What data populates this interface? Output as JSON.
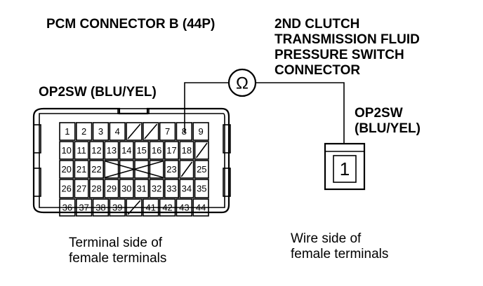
{
  "pcm_connector": {
    "title": "PCM CONNECTOR B (44P)",
    "wire_label": "OP2SW (BLU/YEL)",
    "caption_line1": "Terminal side of",
    "caption_line2": "female terminals",
    "rows": [
      [
        "1",
        "2",
        "3",
        "4",
        "",
        "",
        "7",
        "8",
        "9"
      ],
      [
        "10",
        "11",
        "12",
        "13",
        "14",
        "15",
        "16",
        "17",
        "18",
        ""
      ],
      [
        "20",
        "21",
        "22",
        "",
        "",
        "",
        "",
        "23",
        "",
        "25"
      ],
      [
        "26",
        "27",
        "28",
        "29",
        "30",
        "31",
        "32",
        "33",
        "34",
        "35"
      ],
      [
        "36",
        "37",
        "38",
        "39",
        "",
        "41",
        "42",
        "43",
        "44"
      ]
    ]
  },
  "switch_connector": {
    "title_line1": "2ND CLUTCH",
    "title_line2": "TRANSMISSION FLUID",
    "title_line3": "PRESSURE SWITCH",
    "title_line4": "CONNECTOR",
    "wire_label_line1": "OP2SW",
    "wire_label_line2": "(BLU/YEL)",
    "terminal": "1",
    "caption_line1": "Wire side of",
    "caption_line2": "female terminals"
  },
  "meter": {
    "symbol": "Ω"
  }
}
